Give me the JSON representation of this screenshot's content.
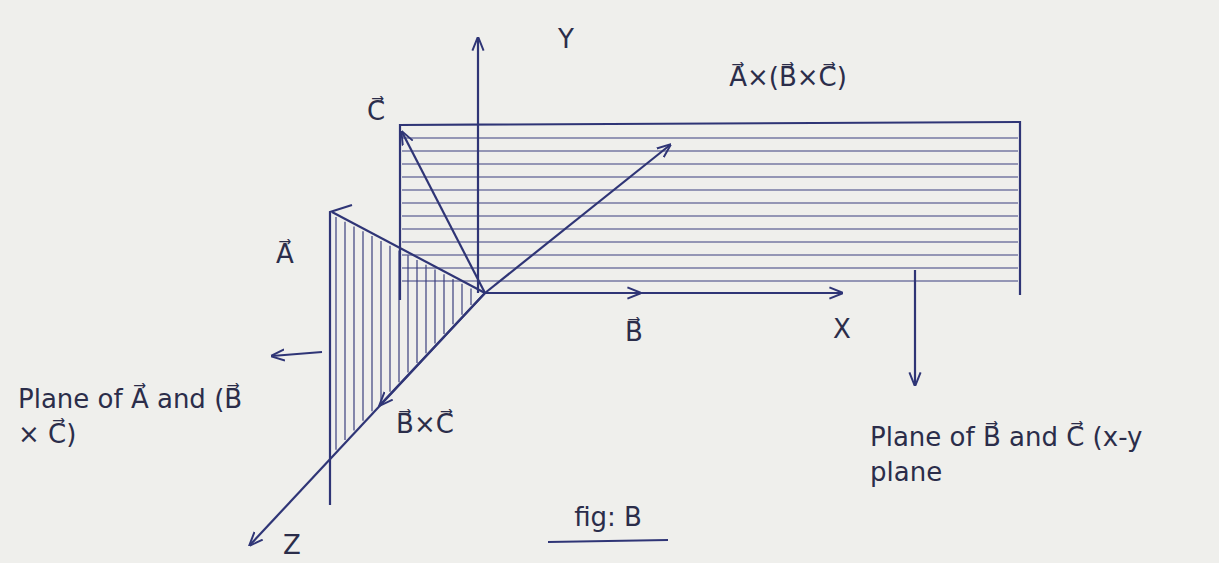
{
  "diagram": {
    "labels": [
      "Y",
      "A⃗×(B⃗×C⃗)",
      "C⃗",
      "A⃗",
      "B⃗",
      "X",
      "Plane of A⃗ and (B⃗ × C⃗)",
      "B⃗×C⃗",
      "Z",
      "fig: B",
      "Plane of B⃗ and C⃗ (x-y plane"
    ]
  }
}
